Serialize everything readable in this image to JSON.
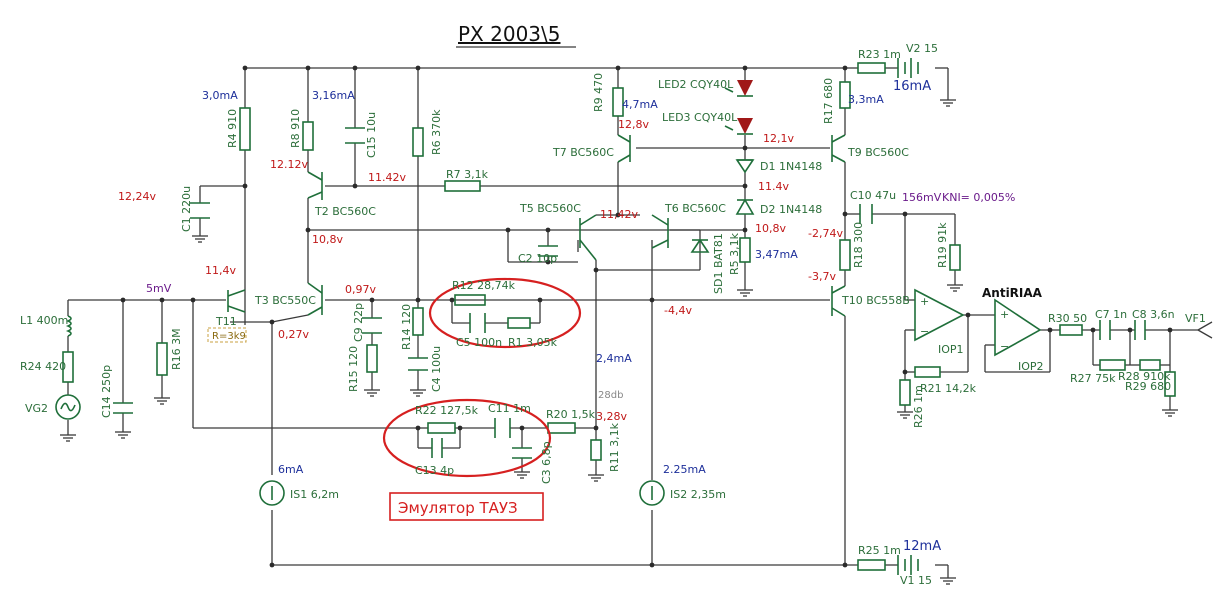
{
  "title": "PX  2003\\5",
  "emulator_label": "Эмулятор ТАУЗ",
  "antiriaa": "AntiRIAA",
  "tolerance": "R=3k9",
  "labels_green": [
    "R4 910",
    "R8 910",
    "C15 10u",
    "R6 370k",
    "R9 470",
    "LED2 CQY40L",
    "LED3 CQY40L",
    "T7 BC560C",
    "D1 1N4148",
    "D2 1N4148",
    "T9 BC560C",
    "R17 680",
    "R23 1m",
    "V2 15",
    "C1 220u",
    "T2 BC560C",
    "R7 3,1k",
    "T5 BC560C",
    "T6 BC560C",
    "C10 47u",
    "R19 91k",
    "C2 10p",
    "SD1 BAT81",
    "R5 3,1k",
    "R18 300",
    "L1 400m",
    "T3 BC550C",
    "R12 28,74k",
    "T10 BC558B",
    "T11",
    "R24 420",
    "C9 22p",
    "R14 120",
    "C5 100n",
    "R1 3,05k",
    "R16 3M",
    "C14 250p",
    "R15 120",
    "C4 100u",
    "IOP1",
    "IOP2",
    "R30 50",
    "C7 1n",
    "C8 3,6n",
    "VF1",
    "R27 75k",
    "R28 910k",
    "R29 680",
    "R21 14,2k",
    "R26 1m",
    "VG2",
    "R22 127,5k",
    "C11 1m",
    "R20 1,5k",
    "C3 6,8p",
    "R11 3,1k",
    "C13 4p",
    "IS1 6,2m",
    "IS2 2,35m",
    "R25 1m",
    "V1 15"
  ],
  "labels_blue": [
    "3,0mA",
    "3,16mA",
    "4,7mA",
    "3,3mA",
    "16mA",
    "3,47mA",
    "2,4mA",
    "6mA",
    "2.25mA",
    "12mA"
  ],
  "labels_red": [
    "12,8v",
    "12,1v",
    "12.12v",
    "11.42v",
    "11.4v",
    "12,24v",
    "11,42v",
    "10,8v",
    "10,8v",
    "-2,74v",
    "11,4v",
    "0,97v",
    "-3,7v",
    "0,27v",
    "-4,4v",
    "3,28v"
  ],
  "labels_purple": [
    "156mV",
    "KNI= 0,005%",
    "5mV"
  ],
  "label_gray": "28db"
}
